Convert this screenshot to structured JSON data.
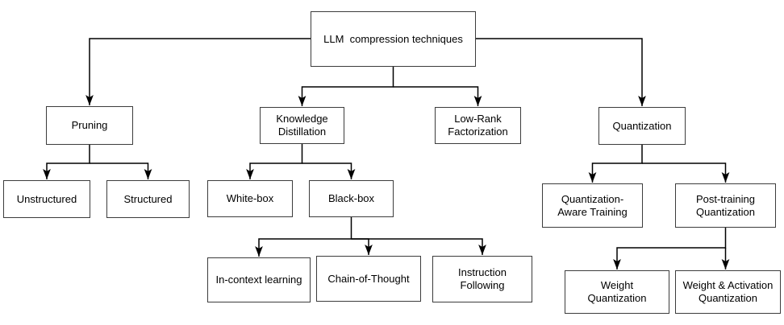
{
  "diagram": {
    "type": "tree",
    "colors": {
      "background": "#ffffff",
      "box_border": "#3c3c3c",
      "line": "#000000",
      "text": "#000000"
    },
    "nodes": {
      "llm_compression_techniques": {
        "label": "LLM  compression techniques"
      },
      "pruning": {
        "label": "Pruning"
      },
      "knowledge_distillation": {
        "label": "Knowledge\nDistillation"
      },
      "low_rank_factorization": {
        "label": "Low-Rank\nFactorization"
      },
      "quantization": {
        "label": "Quantization"
      },
      "unstructured": {
        "label": "Unstructured"
      },
      "structured": {
        "label": "Structured"
      },
      "white_box": {
        "label": "White-box"
      },
      "black_box": {
        "label": "Black-box"
      },
      "in_context_learning": {
        "label": "In-context learning"
      },
      "chain_of_thought": {
        "label": "Chain-of-Thought"
      },
      "instruction_following": {
        "label": "Instruction\nFollowing"
      },
      "quantization_aware_training": {
        "label": "Quantization-\nAware Training"
      },
      "post_training_quantization": {
        "label": "Post-training\nQuantization"
      },
      "weight_quantization": {
        "label": "Weight\nQuantization"
      },
      "weight_activation_quantization": {
        "label": "Weight & Activation\nQuantization"
      }
    },
    "edges": [
      {
        "from": "llm_compression_techniques",
        "to": "pruning"
      },
      {
        "from": "llm_compression_techniques",
        "to": "knowledge_distillation"
      },
      {
        "from": "llm_compression_techniques",
        "to": "low_rank_factorization"
      },
      {
        "from": "llm_compression_techniques",
        "to": "quantization"
      },
      {
        "from": "pruning",
        "to": "unstructured"
      },
      {
        "from": "pruning",
        "to": "structured"
      },
      {
        "from": "knowledge_distillation",
        "to": "white_box"
      },
      {
        "from": "knowledge_distillation",
        "to": "black_box"
      },
      {
        "from": "black_box",
        "to": "in_context_learning"
      },
      {
        "from": "black_box",
        "to": "chain_of_thought"
      },
      {
        "from": "black_box",
        "to": "instruction_following"
      },
      {
        "from": "quantization",
        "to": "quantization_aware_training"
      },
      {
        "from": "quantization",
        "to": "post_training_quantization"
      },
      {
        "from": "post_training_quantization",
        "to": "weight_quantization"
      },
      {
        "from": "post_training_quantization",
        "to": "weight_activation_quantization"
      }
    ]
  }
}
